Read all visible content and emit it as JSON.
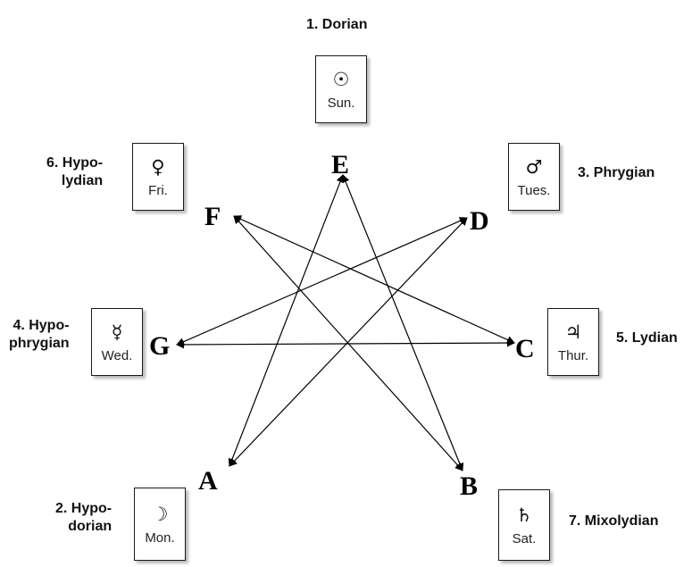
{
  "nodes": {
    "E": {
      "note": "E",
      "symbol": "☉",
      "day": "Sun.",
      "mode_lines": [
        "1. Dorian"
      ]
    },
    "A": {
      "note": "A",
      "symbol": "☽",
      "day": "Mon.",
      "mode_lines": [
        "2. Hypo-",
        "dorian"
      ]
    },
    "D": {
      "note": "D",
      "symbol": "♂",
      "day": "Tues.",
      "mode_lines": [
        "3. Phrygian"
      ]
    },
    "G": {
      "note": "G",
      "symbol": "☿",
      "day": "Wed.",
      "mode_lines": [
        "4. Hypo-",
        "phrygian"
      ]
    },
    "C": {
      "note": "C",
      "symbol": "♃",
      "day": "Thur.",
      "mode_lines": [
        "5. Lydian"
      ]
    },
    "F": {
      "note": "F",
      "symbol": "♀",
      "day": "Fri.",
      "mode_lines": [
        "6. Hypo-",
        "lydian"
      ]
    },
    "B": {
      "note": "B",
      "symbol": "♄",
      "day": "Sat.",
      "mode_lines": [
        "7. Mixolydian"
      ]
    }
  },
  "arrows": [
    {
      "from": "E",
      "to": "A"
    },
    {
      "from": "A",
      "to": "D"
    },
    {
      "from": "D",
      "to": "G"
    },
    {
      "from": "G",
      "to": "C"
    },
    {
      "from": "C",
      "to": "F"
    },
    {
      "from": "F",
      "to": "B"
    },
    {
      "from": "B",
      "to": "E"
    }
  ],
  "colors": {
    "line": "#000000",
    "box_border": "#1a1a1a"
  }
}
